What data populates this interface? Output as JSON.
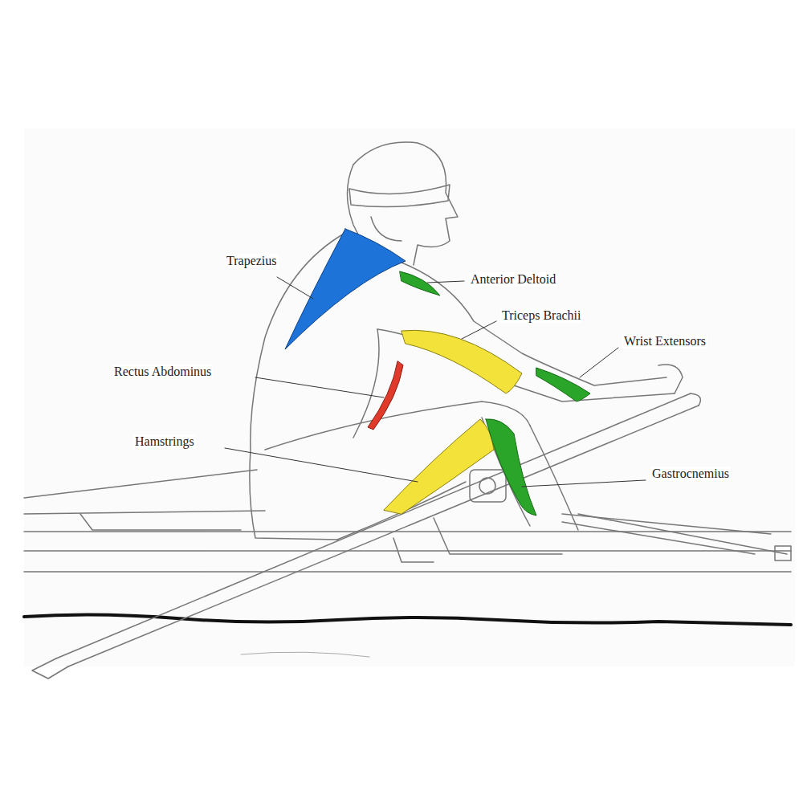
{
  "diagram": {
    "labels": [
      "Trapezius",
      "Anterior Deltoid",
      "Triceps Brachii",
      "Wrist Extensors",
      "Rectus Abdominus",
      "Hamstrings",
      "Gastrocnemius"
    ]
  }
}
